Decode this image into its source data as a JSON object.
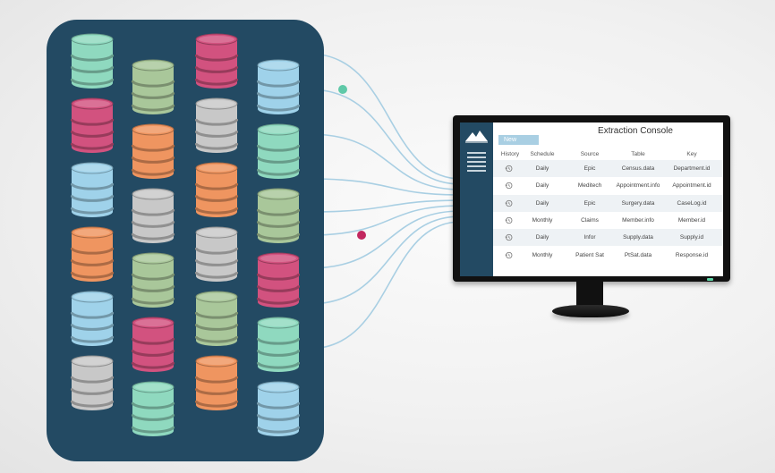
{
  "console": {
    "title": "Extraction Console",
    "new_button": "New",
    "logo_icon": "mountain-logo-icon",
    "menu_icon": "hamburger-menu-icon",
    "columns": [
      "History",
      "Schedule",
      "Source",
      "Table",
      "Key"
    ],
    "rows": [
      {
        "history_icon": "history-clock-icon",
        "schedule": "Daily",
        "source": "Epic",
        "table": "Census.data",
        "key": "Department.id"
      },
      {
        "history_icon": "history-clock-icon",
        "schedule": "Daily",
        "source": "Meditech",
        "table": "Appointment.info",
        "key": "Appointment.id"
      },
      {
        "history_icon": "history-clock-icon",
        "schedule": "Daily",
        "source": "Epic",
        "table": "Surgery.data",
        "key": "CaseLog.id"
      },
      {
        "history_icon": "history-clock-icon",
        "schedule": "Monthly",
        "source": "Claims",
        "table": "Member.info",
        "key": "Member.id"
      },
      {
        "history_icon": "history-clock-icon",
        "schedule": "Daily",
        "source": "Infor",
        "table": "Supply.data",
        "key": "Supply.id"
      },
      {
        "history_icon": "history-clock-icon",
        "schedule": "Monthly",
        "source": "Patient Sat",
        "table": "PtSat.data",
        "key": "Response.id"
      }
    ]
  },
  "databases": {
    "icon": "database-cylinder-icon",
    "palette": {
      "teal": "#8fd9bf",
      "pink": "#d2527f",
      "blue": "#9fd2ea",
      "orange": "#ef9560",
      "gray": "#c8c8c8",
      "olive": "#a9c79a"
    },
    "columns": [
      [
        "teal",
        "pink",
        "blue",
        "orange",
        "blue",
        "gray"
      ],
      [
        "olive",
        "orange",
        "gray",
        "olive",
        "pink",
        "teal"
      ],
      [
        "pink",
        "gray",
        "orange",
        "gray",
        "olive",
        "orange"
      ],
      [
        "blue",
        "teal",
        "olive",
        "pink",
        "teal",
        "blue"
      ]
    ]
  },
  "colors": {
    "panel": "#234a63",
    "wire": "#a9cfe3",
    "node_teal": "#5fc9a8",
    "node_pink": "#c2285f",
    "screen_accent": "#a9cfe3"
  }
}
